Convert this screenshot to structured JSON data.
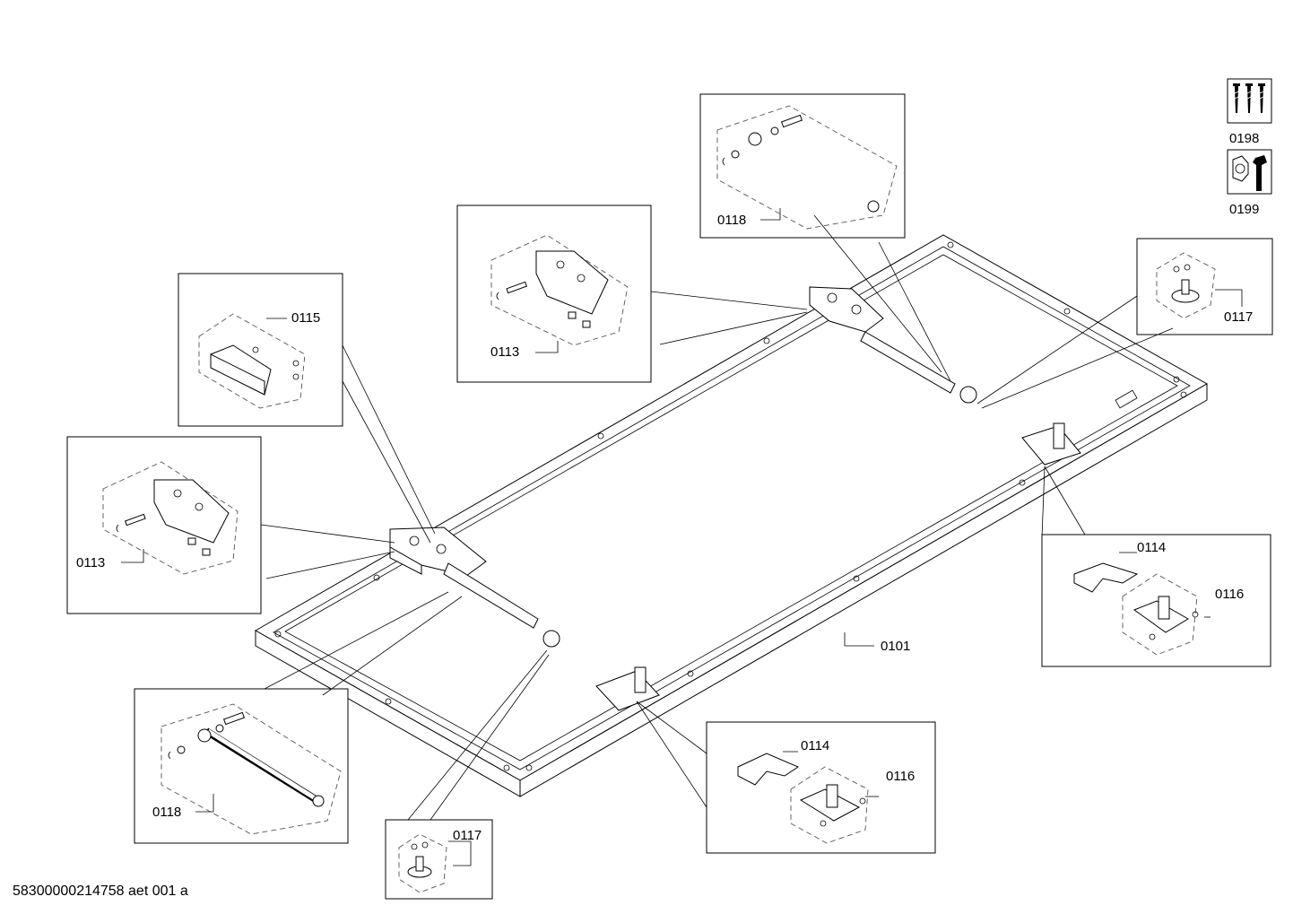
{
  "labels": {
    "frame": "0101",
    "hinge_left": "0113",
    "hinge_top": "0113",
    "cover": "0115",
    "bracket_right": "0114",
    "bracket_bottom": "0114",
    "latch_right": "0116",
    "latch_bottom": "0116",
    "foot_right": "0117",
    "foot_bottom": "0117",
    "strut_top": "0118",
    "strut_left": "0118",
    "screw_kit": "0198",
    "tool_kit": "0199"
  },
  "footer": {
    "doc_id": "58300000214758 aet 001 a"
  }
}
